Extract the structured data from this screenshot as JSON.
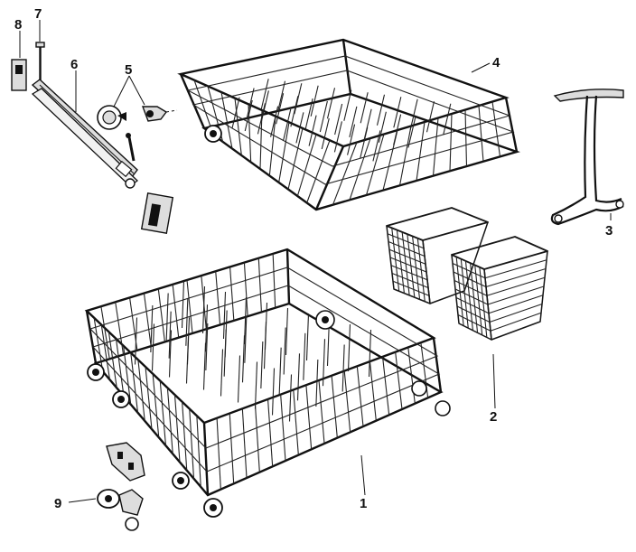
{
  "callouts": [
    {
      "id": "1",
      "label": "1"
    },
    {
      "id": "2",
      "label": "2"
    },
    {
      "id": "3",
      "label": "3"
    },
    {
      "id": "4",
      "label": "4"
    },
    {
      "id": "5",
      "label": "5"
    },
    {
      "id": "6",
      "label": "6"
    },
    {
      "id": "7",
      "label": "7"
    },
    {
      "id": "8",
      "label": "8"
    },
    {
      "id": "9",
      "label": "9"
    }
  ],
  "colors": {
    "ink": "#161616",
    "background": "#ffffff"
  }
}
